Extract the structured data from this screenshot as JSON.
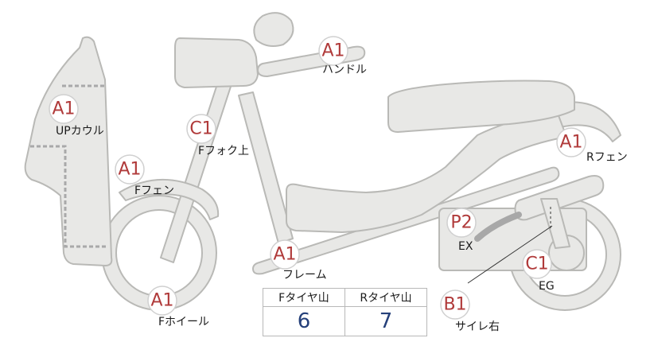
{
  "colors": {
    "part_fill": "#e8e8e6",
    "part_outline": "#b9b9b6",
    "badge_text": "#b03a3a",
    "tread_value": "#25407a"
  },
  "badges": {
    "handle": "A1",
    "up_cowl": "A1",
    "f_fork_upper": "C1",
    "f_fender": "A1",
    "frame": "A1",
    "f_wheel": "A1",
    "r_fender": "A1",
    "ex": "P2",
    "eg": "C1",
    "side_right": "B1"
  },
  "labels": {
    "handle": "ハンドル",
    "up_cowl": "UPカウル",
    "f_fork_upper": "Fフォク上",
    "f_fender": "Fフェン",
    "frame": "フレーム",
    "f_wheel": "Fホイール",
    "r_fender": "Rフェン",
    "ex": "EX",
    "eg": "EG",
    "side_right": "サイレ右"
  },
  "tread_table": {
    "headers": [
      "Fタイヤ山",
      "Rタイヤ山"
    ],
    "values": [
      "6",
      "7"
    ]
  }
}
